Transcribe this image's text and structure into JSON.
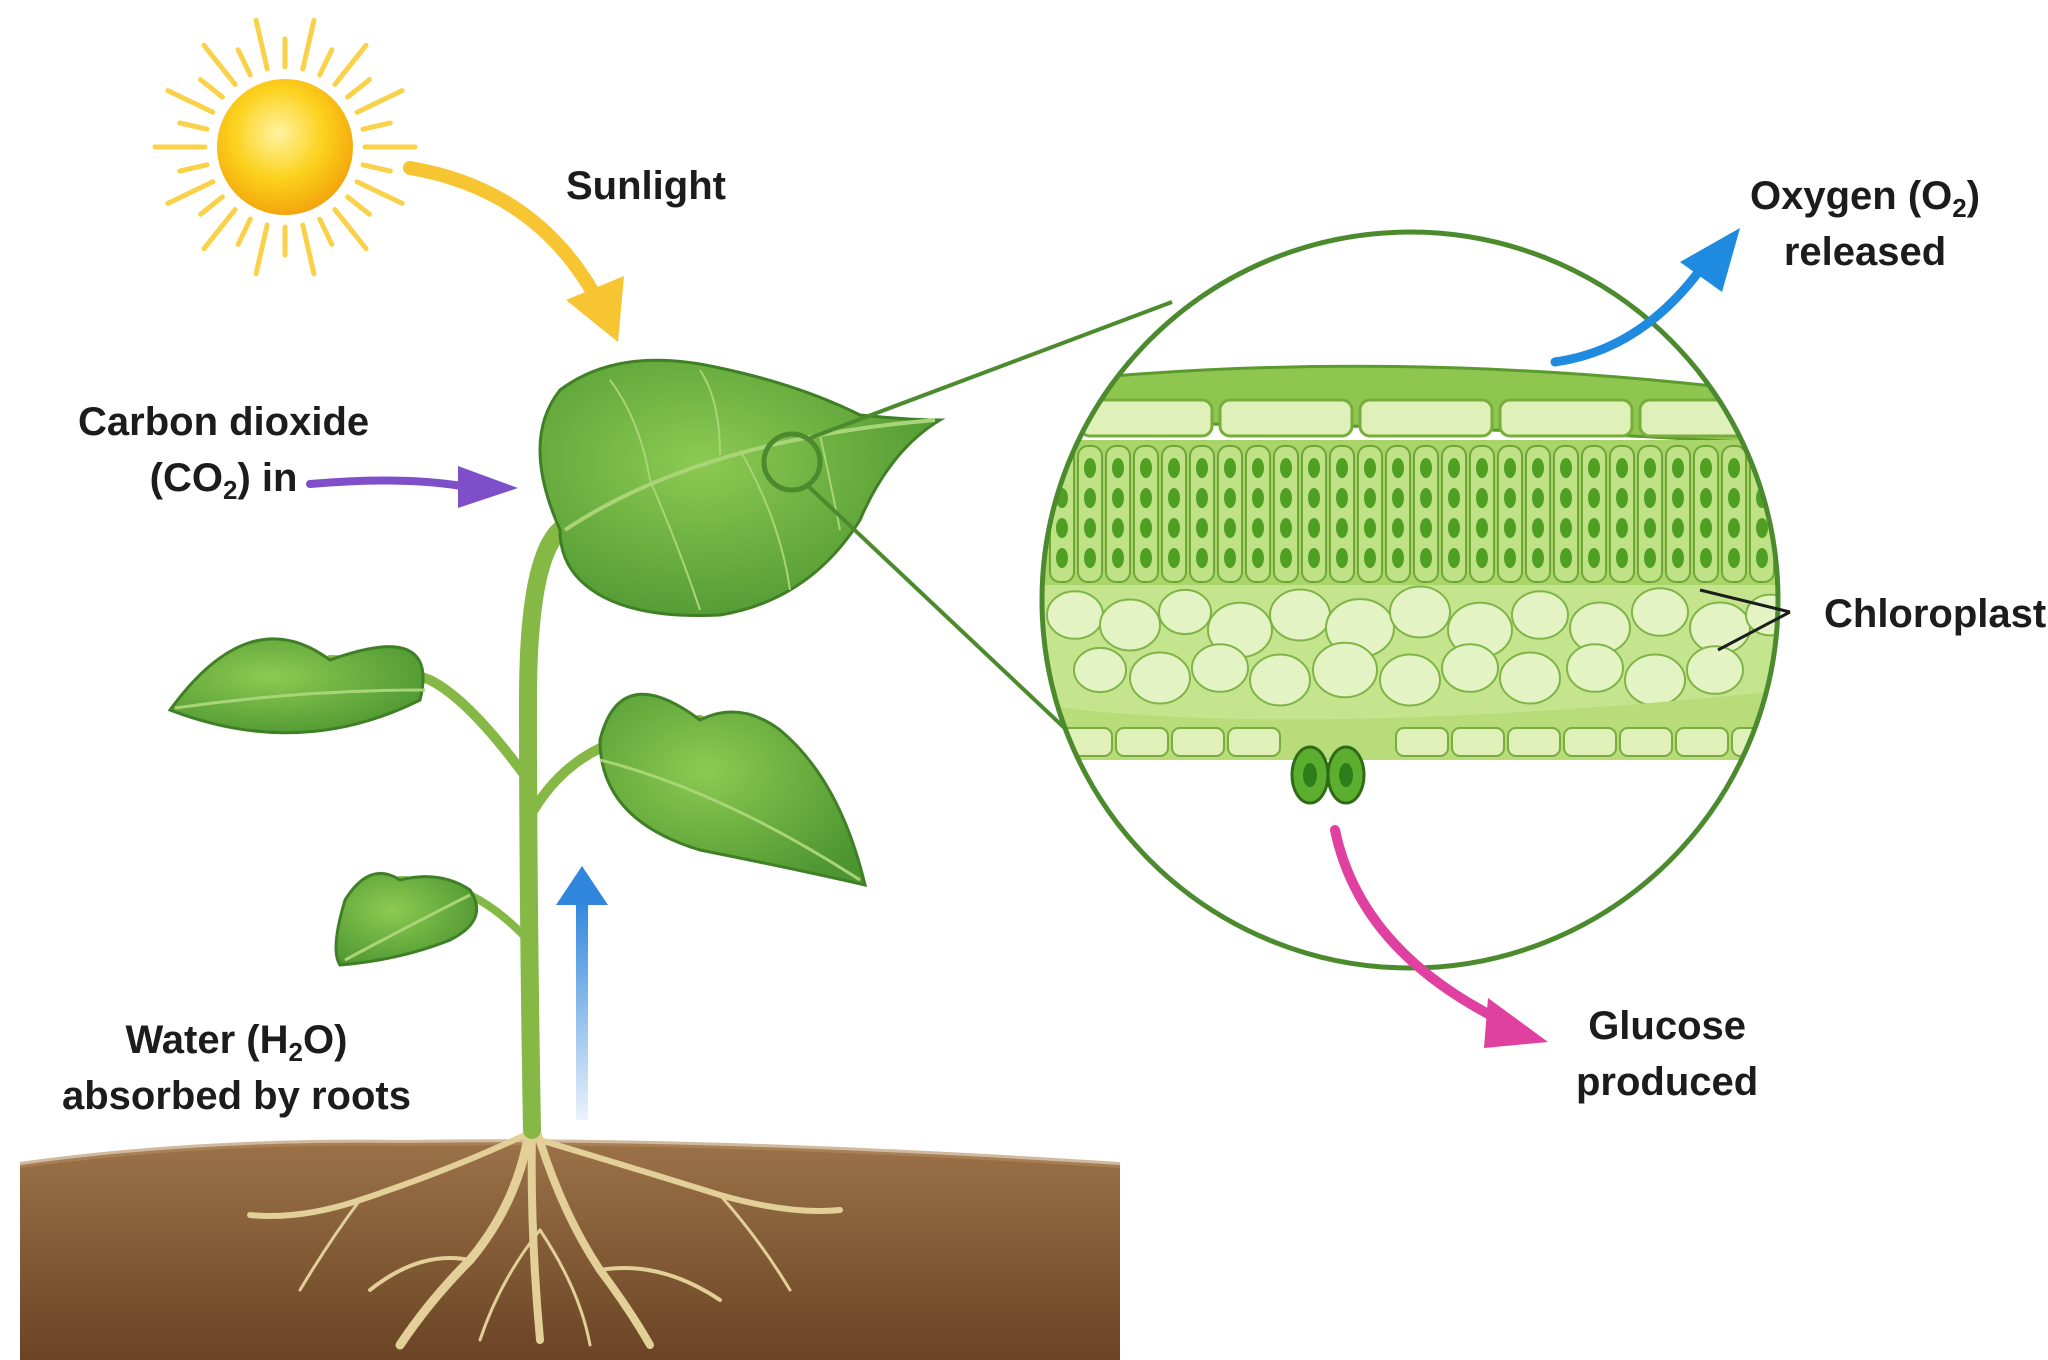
{
  "labels": {
    "sunlight": "Sunlight",
    "co2_line1": "Carbon dioxide",
    "co2_pre": "(CO",
    "co2_sub": "2",
    "co2_post": ") in",
    "water_pre": "Water (H",
    "water_sub": "2",
    "water_post": "O)",
    "water_line2": "absorbed by roots",
    "oxygen_pre": "Oxygen (O",
    "oxygen_sub": "2",
    "oxygen_post": ")",
    "oxygen_line2": "released",
    "chloroplast": "Chloroplast",
    "glucose_line1": "Glucose",
    "glucose_line2": "produced"
  },
  "colors": {
    "sunlight_arrow": "#f7c531",
    "co2_arrow": "#7e4fc9",
    "water_arrow": "#2f86dc",
    "oxygen_arrow": "#1f8be0",
    "glucose_arrow": "#e0409f",
    "leaf": "#5fa83a",
    "leaf_dark": "#3f7f25",
    "stem": "#8fbf4a",
    "soil": "#7a5330",
    "roots": "#d8c08a",
    "magnifier": "#4c8a2e",
    "sun": "#f9c21d"
  }
}
